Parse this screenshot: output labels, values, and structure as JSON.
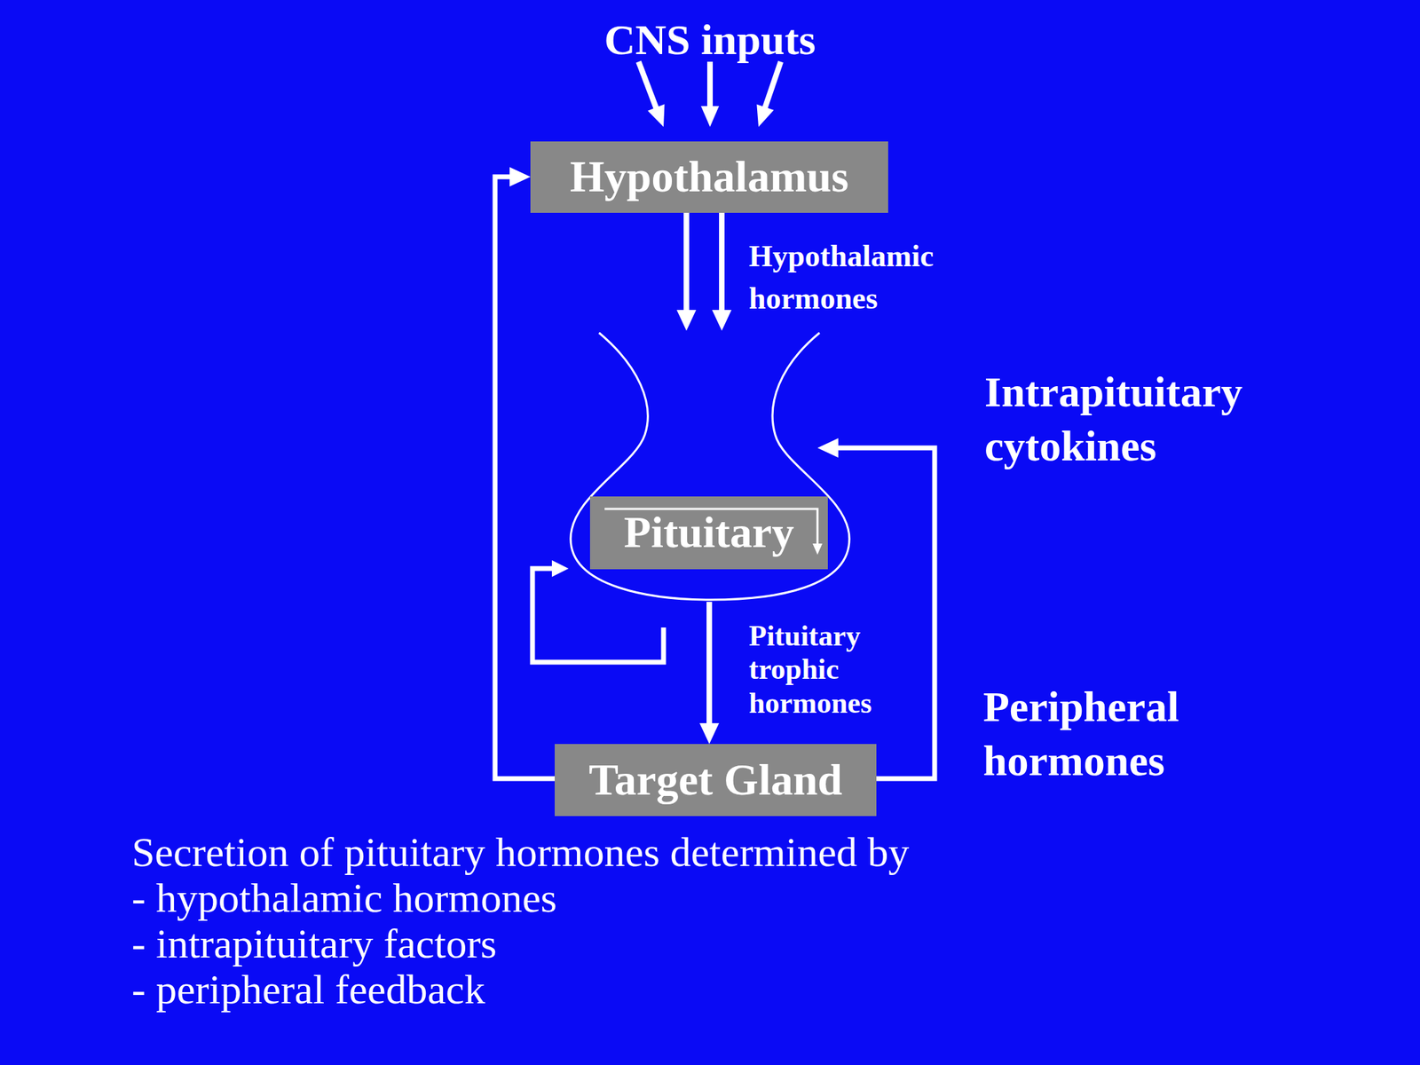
{
  "diagram": {
    "nodes": [
      {
        "text": [
          "Hypothalamus"
        ]
      },
      {
        "text": [
          "Pituitary"
        ]
      },
      {
        "text": [
          "Target Gland"
        ]
      }
    ],
    "edges": [
      {
        "from": 0,
        "to": 1,
        "arrow": "to",
        "label": "Hypothalamic hormones"
      },
      {
        "from": 1,
        "to": 2,
        "arrow": "to",
        "label": "Pituitary trophic hormones"
      },
      {
        "from": 2,
        "to": 0,
        "arrow": "to"
      },
      {
        "from": 2,
        "to": 1,
        "arrow": "to"
      }
    ],
    "labels": [
      "CNS inputs",
      "Intrapituitary cytokines",
      "Peripheral hormones",
      "Secretion of pituitary hormones determined by",
      "- hypothalamic hormones",
      "- intrapituitary factors",
      "- peripheral feedback"
    ]
  }
}
